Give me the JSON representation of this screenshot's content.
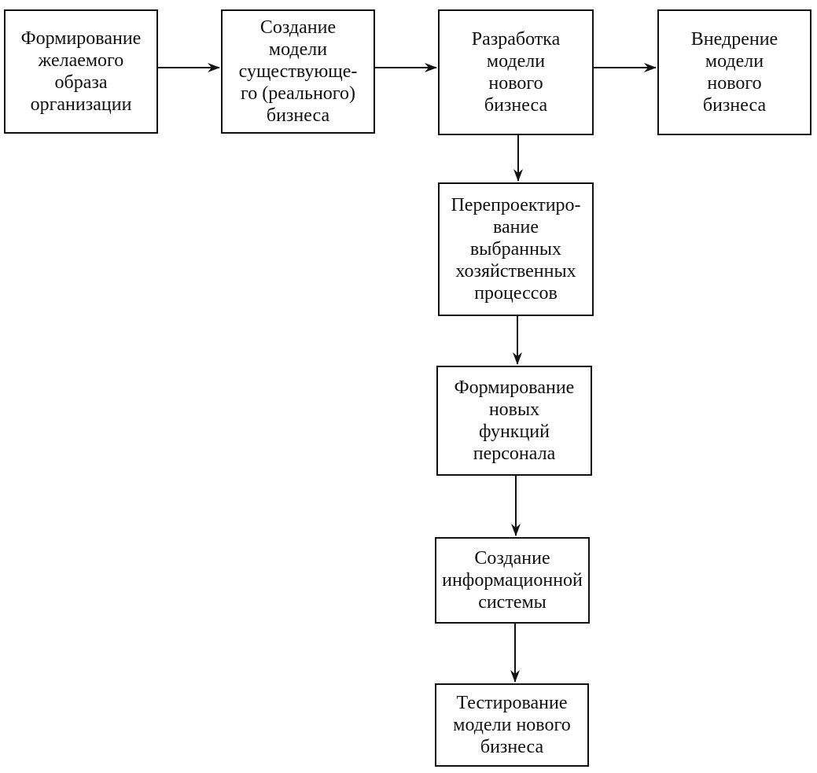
{
  "diagram": {
    "nodes": [
      {
        "id": "box-1",
        "label": "Формирование\nжелаемого\nобраза\nорганизации"
      },
      {
        "id": "box-2",
        "label": "Создание\nмодели\nсуществующе-\nго (реального)\nбизнеса"
      },
      {
        "id": "box-3",
        "label": "Разработка\nмодели\nнового\nбизнеса"
      },
      {
        "id": "box-4",
        "label": "Внедрение\nмодели\nнового\nбизнеса"
      },
      {
        "id": "box-5",
        "label": "Перепроектиро-\nвание\nвыбранных\nхозяйственных\nпроцессов"
      },
      {
        "id": "box-6",
        "label": "Формирование\nновых\nфункций\nперсонала"
      },
      {
        "id": "box-7",
        "label": "Создание\nинформационной\nсистемы"
      },
      {
        "id": "box-8",
        "label": "Тестирование\nмодели нового\nбизнеса"
      }
    ],
    "edges": [
      {
        "from": "box-1",
        "to": "box-2"
      },
      {
        "from": "box-2",
        "to": "box-3"
      },
      {
        "from": "box-3",
        "to": "box-4"
      },
      {
        "from": "box-3",
        "to": "box-5"
      },
      {
        "from": "box-5",
        "to": "box-6"
      },
      {
        "from": "box-6",
        "to": "box-7"
      },
      {
        "from": "box-7",
        "to": "box-8"
      }
    ],
    "colors": {
      "stroke": "#111111",
      "background": "#ffffff"
    }
  }
}
